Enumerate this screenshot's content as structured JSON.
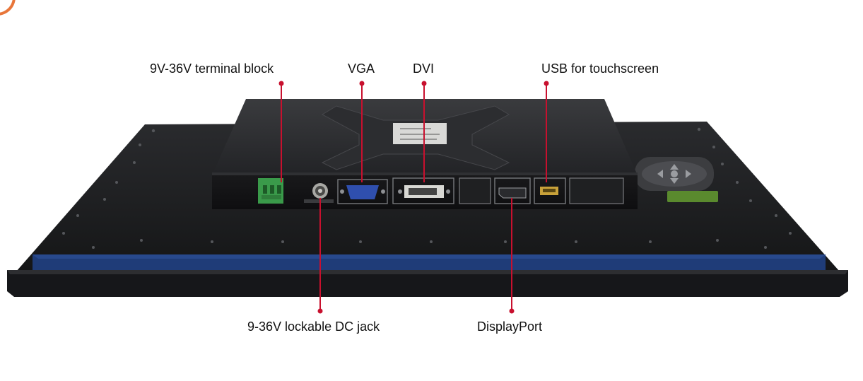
{
  "labels": {
    "terminal_block": "9V-36V terminal block",
    "vga": "VGA",
    "dvi": "DVI",
    "usb": "USB for touchscreen",
    "dc_jack": "9-36V lockable DC jack",
    "displayport": "DisplayPort"
  },
  "colors": {
    "callout": "#c8102e",
    "chassis": "#1b1c1e",
    "bezel_blue": "#1f3c78",
    "background": "#ffffff"
  }
}
